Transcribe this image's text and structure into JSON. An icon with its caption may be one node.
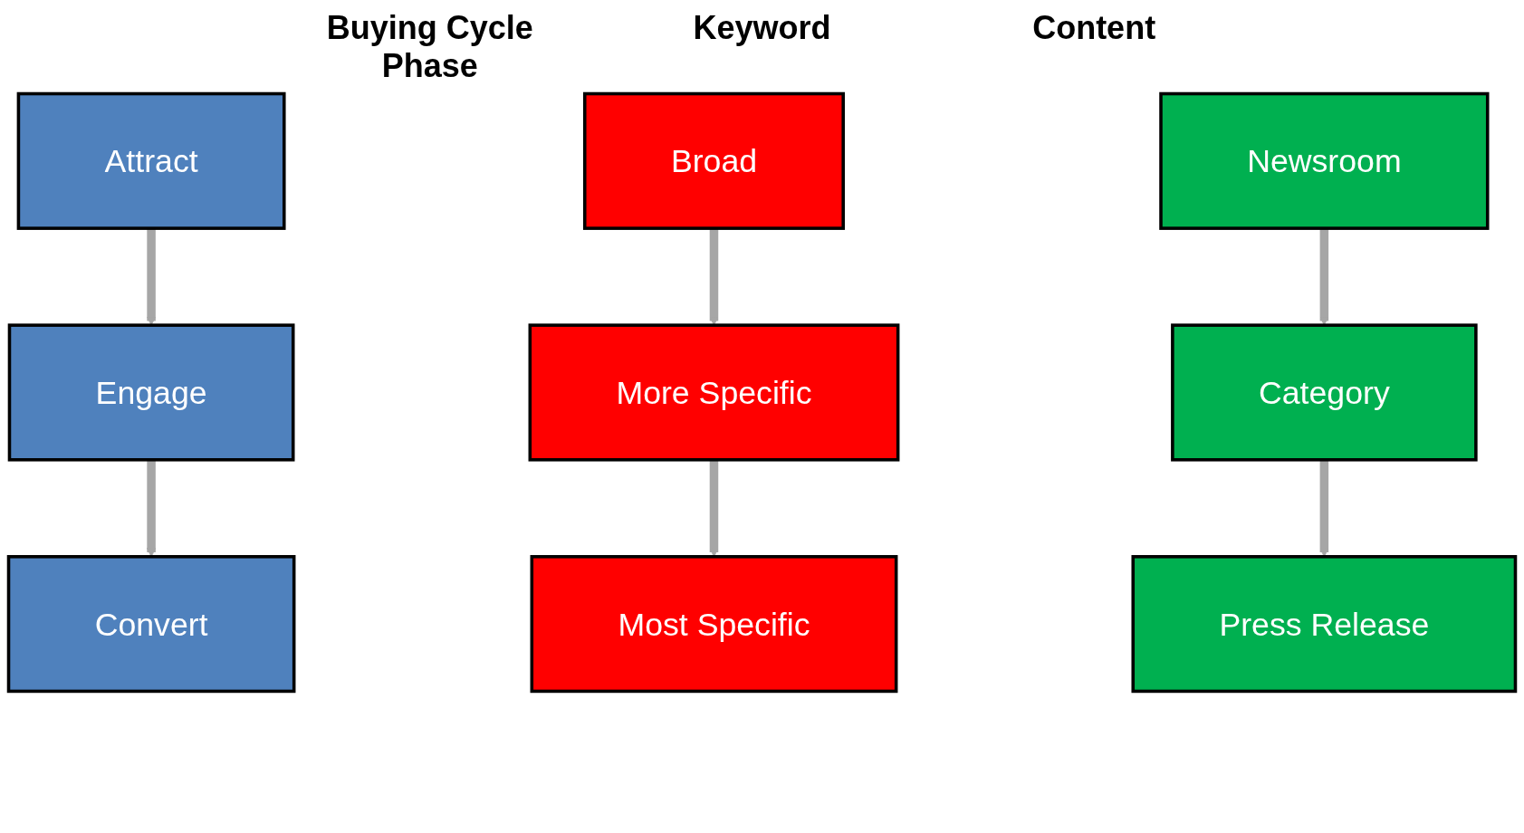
{
  "diagram": {
    "nodes": [
      {
        "text": [
          "Attract"
        ]
      },
      {
        "text": [
          "Engage"
        ]
      },
      {
        "text": [
          "Convert"
        ]
      },
      {
        "text": [
          "Broad"
        ]
      },
      {
        "text": [
          "More Specific"
        ]
      },
      {
        "text": [
          "Most Specific"
        ]
      },
      {
        "text": [
          "Newsroom"
        ]
      },
      {
        "text": [
          "Category"
        ]
      },
      {
        "text": [
          "Press Release"
        ]
      }
    ],
    "edges": [
      {
        "from": 0,
        "to": 1,
        "arrow": "to"
      },
      {
        "from": 1,
        "to": 2,
        "arrow": "to"
      },
      {
        "from": 3,
        "to": 4,
        "arrow": "to"
      },
      {
        "from": 4,
        "to": 5,
        "arrow": "to"
      },
      {
        "from": 6,
        "to": 7,
        "arrow": "to"
      },
      {
        "from": 7,
        "to": 8,
        "arrow": "to"
      }
    ],
    "labels": [
      "Buying Cycle Phase",
      "Keyword",
      "Content"
    ]
  }
}
